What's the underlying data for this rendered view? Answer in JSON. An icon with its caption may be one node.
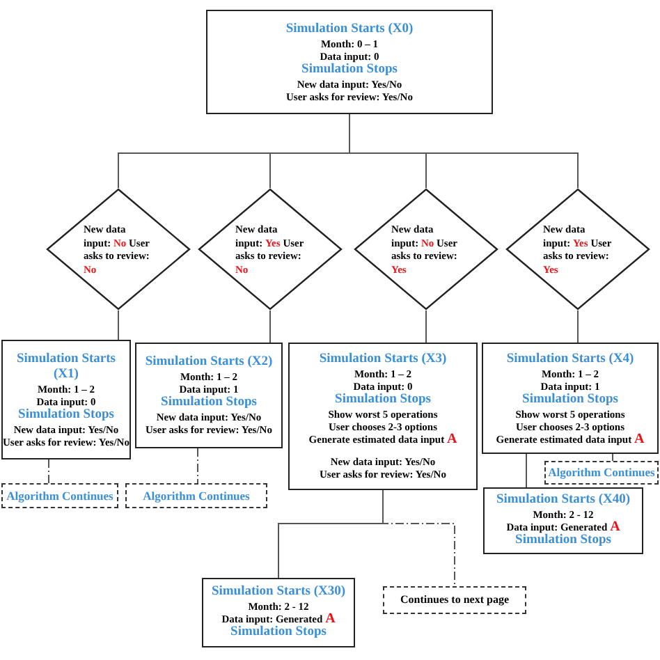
{
  "diagram": {
    "nodes": [
      {
        "text": [
          "Simulation Starts (X0)",
          "Month: 0 – 1",
          "Data input: 0",
          "Simulation Stops",
          "New data input: Yes/No",
          "User asks for review: Yes/No"
        ]
      },
      {
        "text": [
          "New data input: **No** User asks to review: **No**"
        ]
      },
      {
        "text": [
          "New data input: **Yes** User asks to review: **No**"
        ]
      },
      {
        "text": [
          "New data input: **No** User asks to review: **Yes**"
        ]
      },
      {
        "text": [
          "New data input: **Yes** User asks to review: **Yes**"
        ]
      },
      {
        "text": [
          "Simulation Starts (X1)",
          "Month: 1 – 2",
          "Data input: 0",
          "Simulation Stops",
          "New data input: Yes/No",
          "User asks for review: Yes/No"
        ]
      },
      {
        "text": [
          "Simulation Starts (X2)",
          "Month: 1 – 2",
          "Data input: 1",
          "Simulation Stops",
          "New data input: Yes/No",
          "User asks for review: Yes/No"
        ]
      },
      {
        "text": [
          "Simulation Starts (X3)",
          "Month: 1 – 2",
          "Data input: 0",
          "Simulation Stops",
          "Show worst 5 operations",
          "User chooses 2-3 options",
          "Generate estimated data input **A**",
          "New data input: Yes/No",
          "User asks for review: Yes/No"
        ]
      },
      {
        "text": [
          "Simulation Starts (X4)",
          "Month: 1 – 2",
          "Data input: 1",
          "Simulation Stops",
          "Show worst 5 operations",
          "User chooses 2-3 options",
          "Generate estimated data input **A**"
        ]
      },
      {
        "text": [
          "Algorithm Continues"
        ]
      },
      {
        "text": [
          "Algorithm Continues"
        ]
      },
      {
        "text": [
          "Algorithm Continues"
        ]
      },
      {
        "text": [
          "Simulation Starts (X40)",
          "Month: 2 - 12",
          "Data input: Generated **A**",
          "Simulation Stops"
        ]
      },
      {
        "text": [
          "Simulation Starts (X30)",
          "Month: 2 - 12",
          "Data input: Generated **A**",
          "Simulation Stops"
        ]
      },
      {
        "text": [
          "Continues to next page"
        ]
      }
    ],
    "edges": [
      {
        "from": 0,
        "to": 1,
        "arrow": "none"
      },
      {
        "from": 0,
        "to": 2,
        "arrow": "none"
      },
      {
        "from": 0,
        "to": 3,
        "arrow": "none"
      },
      {
        "from": 0,
        "to": 4,
        "arrow": "none"
      },
      {
        "from": 1,
        "to": 5,
        "arrow": "none"
      },
      {
        "from": 2,
        "to": 6,
        "arrow": "none"
      },
      {
        "from": 3,
        "to": 7,
        "arrow": "none"
      },
      {
        "from": 4,
        "to": 8,
        "arrow": "none"
      },
      {
        "from": 5,
        "to": 9,
        "arrow": "none",
        "style": "dashed"
      },
      {
        "from": 6,
        "to": 10,
        "arrow": "none",
        "style": "dashed"
      },
      {
        "from": 8,
        "to": 11,
        "arrow": "none",
        "style": "dashed"
      },
      {
        "from": 8,
        "to": 12,
        "arrow": "none"
      },
      {
        "from": 7,
        "to": 13,
        "arrow": "none"
      },
      {
        "from": 7,
        "to": 14,
        "arrow": "none",
        "style": "dashed"
      }
    ]
  }
}
